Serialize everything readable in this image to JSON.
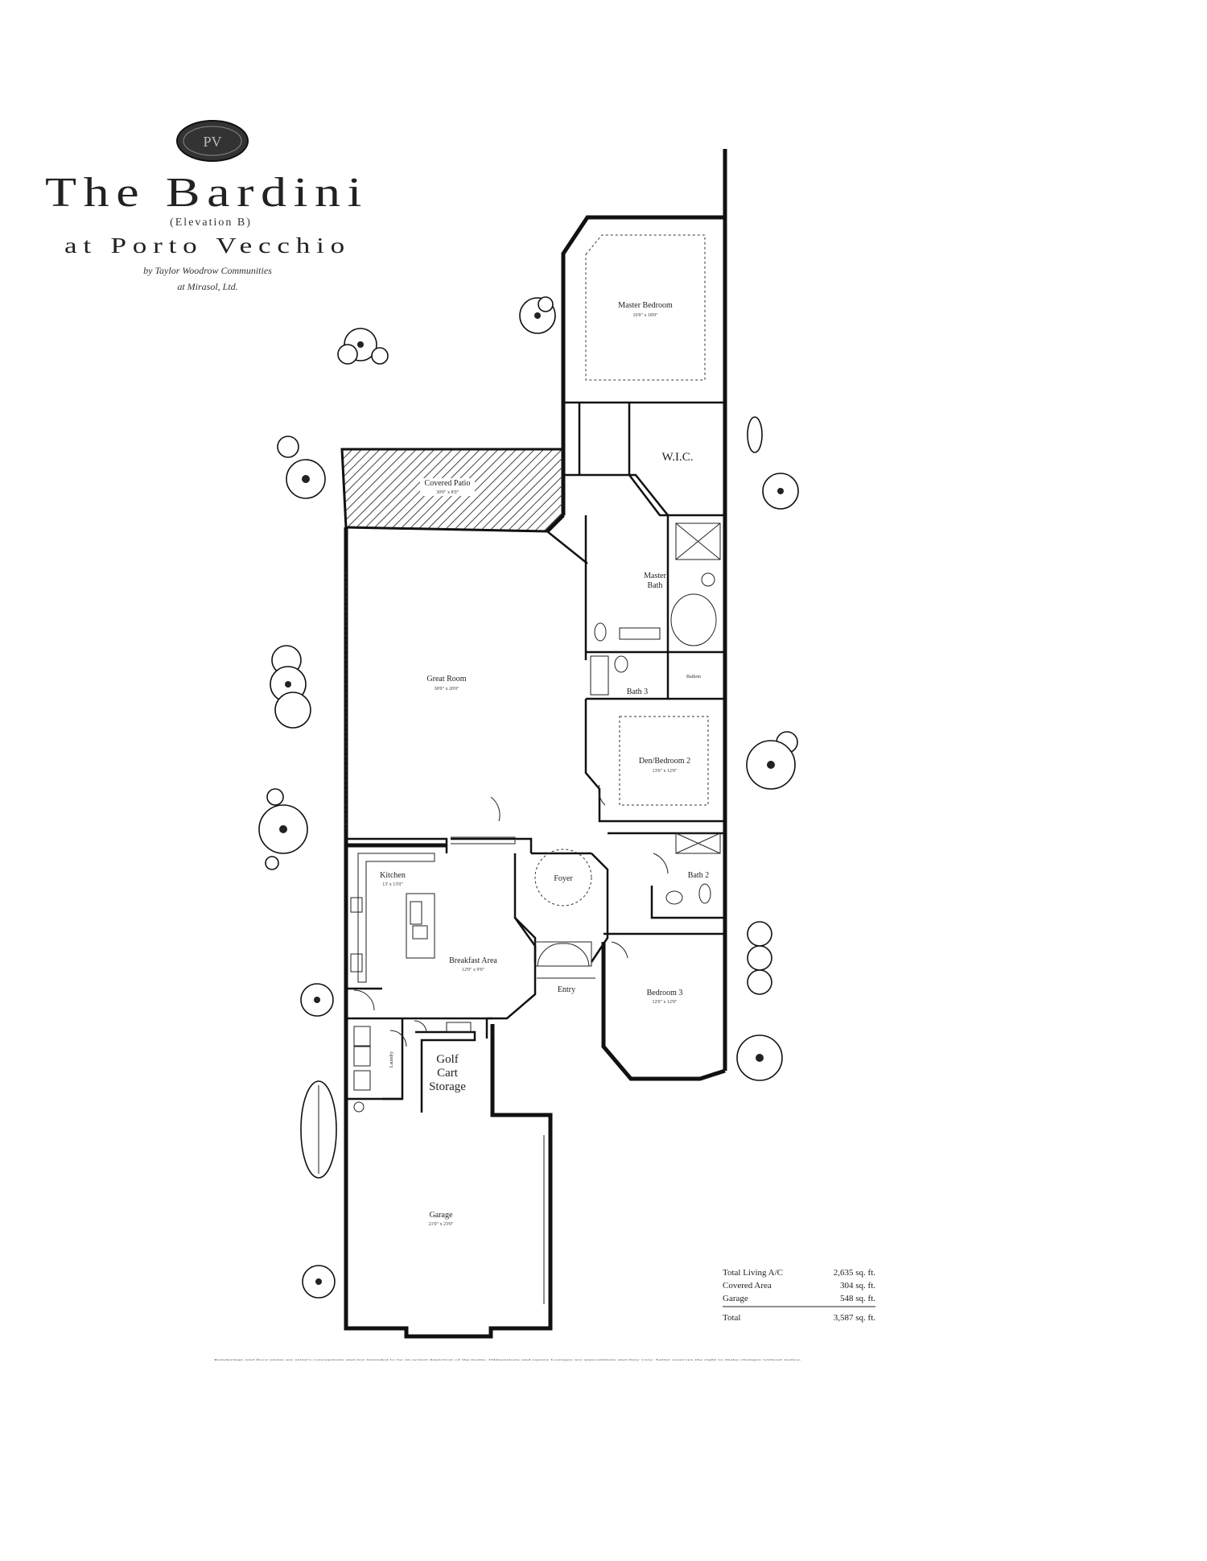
{
  "title": {
    "name": "The Bardini",
    "elevation": "(Elevation B)",
    "community": "at Porto Vecchio",
    "builder_line1": "by Taylor Woodrow Communities",
    "builder_line2": "at Mirasol, Ltd."
  },
  "rooms": {
    "master_bedroom": {
      "name": "Master Bedroom",
      "dims": "16'0\" x 18'0\""
    },
    "wic": {
      "name": "W.I.C."
    },
    "covered_patio": {
      "name": "Covered Patio",
      "dims": "30'0\" x 8'0\""
    },
    "master_bath": {
      "name": "Master",
      "name2": "Bath"
    },
    "great_room": {
      "name": "Great Room",
      "dims": "30'0\" x 20'0\""
    },
    "bath_3": {
      "name": "Bath 3"
    },
    "bathroom_label": {
      "name": "Bathrm"
    },
    "den_bedroom_2": {
      "name": "Den/Bedroom 2",
      "dims": "13'0\" x 12'0\""
    },
    "kitchen": {
      "name": "Kitchen",
      "dims": "13' x 13'0\""
    },
    "foyer": {
      "name": "Foyer"
    },
    "bath_2": {
      "name": "Bath 2"
    },
    "breakfast_area": {
      "name": "Breakfast Area",
      "dims": "12'0\" x 9'0\""
    },
    "entry": {
      "name": "Entry"
    },
    "bedroom_3": {
      "name": "Bedroom 3",
      "dims": "12'0\" x 12'0\""
    },
    "laundry": {
      "name": "Laundry"
    },
    "golf_cart": {
      "line1": "Golf",
      "line2": "Cart",
      "line3": "Storage"
    },
    "garage": {
      "name": "Garage",
      "dims": "21'0\" x 23'0\""
    }
  },
  "area_summary": {
    "rows": [
      {
        "label": "Total Living A/C",
        "value": "2,635 sq. ft."
      },
      {
        "label": "Covered Area",
        "value": "304 sq. ft."
      },
      {
        "label": "Garage",
        "value": "548 sq. ft."
      }
    ],
    "total": {
      "label": "Total",
      "value": "3,587 sq. ft."
    }
  },
  "disclaimer": "Renderings and floor plans are artist's conceptions and not intended to be an actual depiction of the home. Dimensions and square footages are approximate and may vary. Seller reserves the right to make changes without notice."
}
